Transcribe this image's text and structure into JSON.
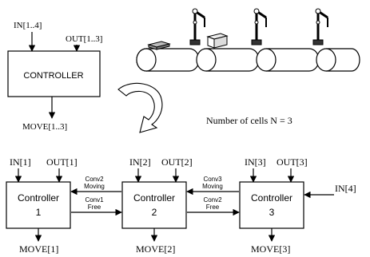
{
  "top": {
    "controller_label": "CONTROLLER",
    "in_label": "IN[1..4]",
    "out_label": "OUT[1..3]",
    "move_label": "MOVE[1..3]",
    "cells_label": "Number of cells N = 3"
  },
  "controllers": [
    {
      "title": "Controller",
      "number": "1",
      "in_label": "IN[1]",
      "out_label": "OUT[1]",
      "move_label": "MOVE[1]"
    },
    {
      "title": "Controller",
      "number": "2",
      "in_label": "IN[2]",
      "out_label": "OUT[2]",
      "move_label": "MOVE[2]"
    },
    {
      "title": "Controller",
      "number": "3",
      "in_label": "IN[3]",
      "out_label": "OUT[3]",
      "move_label": "MOVE[3]"
    }
  ],
  "extra_input": "IN[4]",
  "links": [
    {
      "line1": "Conv2",
      "line2": "Moving"
    },
    {
      "line1": "Conv1",
      "line2": "Free"
    },
    {
      "line1": "Conv3",
      "line2": "Moving"
    },
    {
      "line1": "Conv2",
      "line2": "Free"
    }
  ],
  "icons": {
    "rotate_arrow": "curved-arrow-icon",
    "robot_arm": "robot-arm-icon",
    "conveyor": "conveyor-roller-icon",
    "box": "box-icon"
  }
}
